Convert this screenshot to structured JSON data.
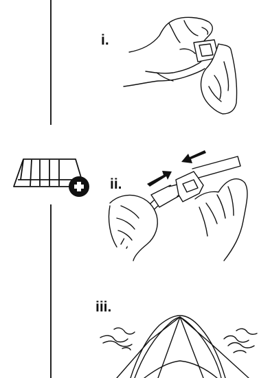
{
  "steps": [
    {
      "label": "i."
    },
    {
      "label": "ii."
    },
    {
      "label": "iii."
    }
  ],
  "icons": {
    "tent_accessory": "tent-fly-icon",
    "plus": "plus-circle-icon",
    "arrows": "arrow-icon"
  },
  "colors": {
    "line": "#222222",
    "ink": "#111111",
    "background": "#ffffff"
  }
}
